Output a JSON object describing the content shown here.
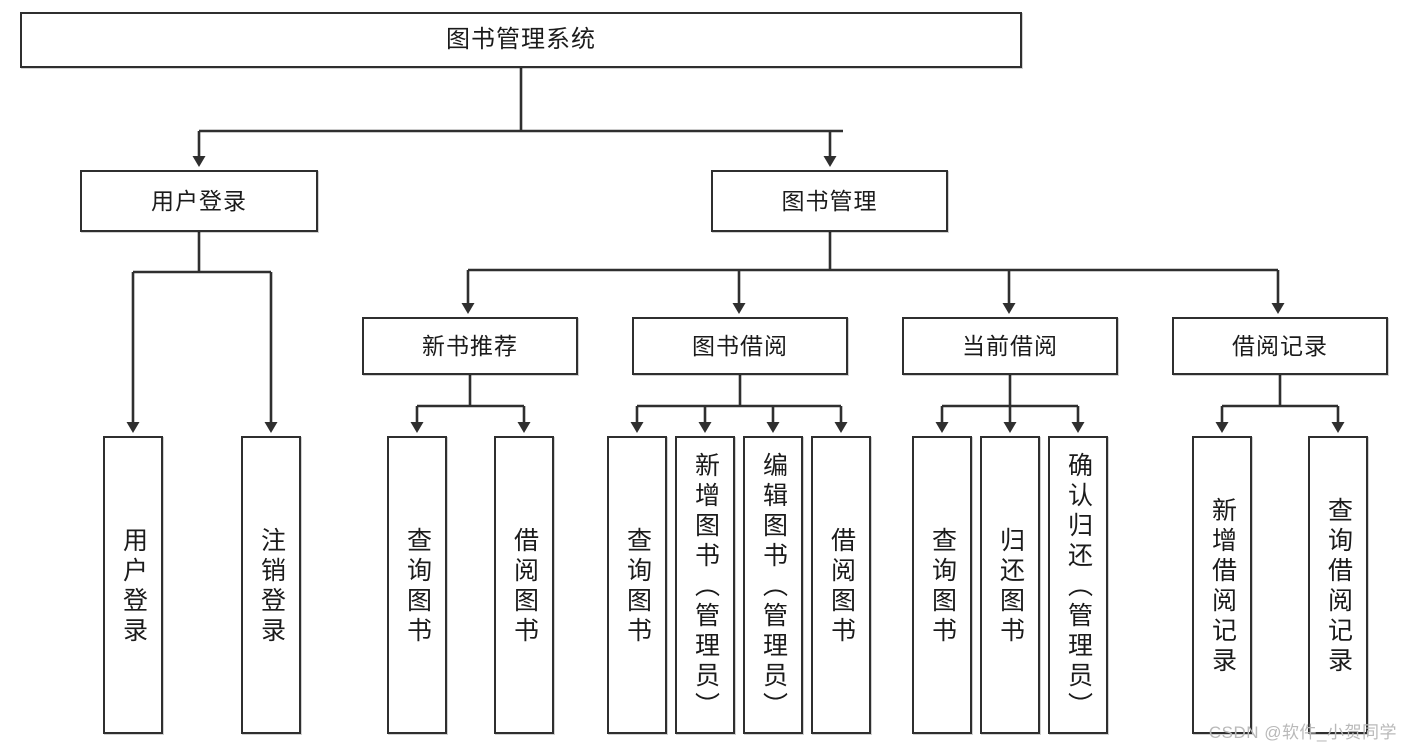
{
  "diagram": {
    "type": "tree",
    "title": "图书管理系统",
    "orientation": "top-down",
    "style": {
      "box_border_color": "#2f2f2f",
      "box_fill_color": "#ffffff",
      "connector_color": "#2f2f2f",
      "text_color": "#1b1b1b",
      "background": "#ffffff"
    },
    "nodes": {
      "root": {
        "label": "图书管理系统"
      },
      "level2": [
        {
          "id": "user_login",
          "label": "用户登录"
        },
        {
          "id": "book_mgmt",
          "label": "图书管理"
        }
      ],
      "level3": [
        {
          "id": "new_book_rec",
          "label": "新书推荐"
        },
        {
          "id": "book_borrow",
          "label": "图书借阅"
        },
        {
          "id": "current_borrow",
          "label": "当前借阅"
        },
        {
          "id": "borrow_record",
          "label": "借阅记录"
        }
      ],
      "leaves": [
        {
          "id": "leaf_user_login",
          "parent": "user_login",
          "label": "用户登录"
        },
        {
          "id": "leaf_user_logout",
          "parent": "user_login",
          "label": "注销登录"
        },
        {
          "id": "leaf_query_book_1",
          "parent": "new_book_rec",
          "label": "查询图书"
        },
        {
          "id": "leaf_borrow_book_1",
          "parent": "new_book_rec",
          "label": "借阅图书"
        },
        {
          "id": "leaf_query_book_2",
          "parent": "book_borrow",
          "label": "查询图书"
        },
        {
          "id": "leaf_add_book",
          "parent": "book_borrow",
          "label": "新增图书（管理员）"
        },
        {
          "id": "leaf_edit_book",
          "parent": "book_borrow",
          "label": "编辑图书（管理员）"
        },
        {
          "id": "leaf_borrow_book_2",
          "parent": "book_borrow",
          "label": "借阅图书"
        },
        {
          "id": "leaf_query_book_3",
          "parent": "current_borrow",
          "label": "查询图书"
        },
        {
          "id": "leaf_return_book",
          "parent": "current_borrow",
          "label": "归还图书"
        },
        {
          "id": "leaf_confirm_return",
          "parent": "current_borrow",
          "label": "确认归还（管理员）"
        },
        {
          "id": "leaf_add_record",
          "parent": "borrow_record",
          "label": "新增借阅记录"
        },
        {
          "id": "leaf_query_record",
          "parent": "borrow_record",
          "label": "查询借阅记录"
        }
      ]
    },
    "edges": [
      {
        "from": "root",
        "to": "user_login"
      },
      {
        "from": "root",
        "to": "book_mgmt"
      },
      {
        "from": "book_mgmt",
        "to": "new_book_rec"
      },
      {
        "from": "book_mgmt",
        "to": "book_borrow"
      },
      {
        "from": "book_mgmt",
        "to": "current_borrow"
      },
      {
        "from": "book_mgmt",
        "to": "borrow_record"
      },
      {
        "from": "user_login",
        "to": "leaf_user_login"
      },
      {
        "from": "user_login",
        "to": "leaf_user_logout"
      },
      {
        "from": "new_book_rec",
        "to": "leaf_query_book_1"
      },
      {
        "from": "new_book_rec",
        "to": "leaf_borrow_book_1"
      },
      {
        "from": "book_borrow",
        "to": "leaf_query_book_2"
      },
      {
        "from": "book_borrow",
        "to": "leaf_add_book"
      },
      {
        "from": "book_borrow",
        "to": "leaf_edit_book"
      },
      {
        "from": "book_borrow",
        "to": "leaf_borrow_book_2"
      },
      {
        "from": "current_borrow",
        "to": "leaf_query_book_3"
      },
      {
        "from": "current_borrow",
        "to": "leaf_return_book"
      },
      {
        "from": "current_borrow",
        "to": "leaf_confirm_return"
      },
      {
        "from": "borrow_record",
        "to": "leaf_add_record"
      },
      {
        "from": "borrow_record",
        "to": "leaf_query_record"
      }
    ]
  },
  "watermark": {
    "text": "CSDN @软件_小贺同学"
  }
}
